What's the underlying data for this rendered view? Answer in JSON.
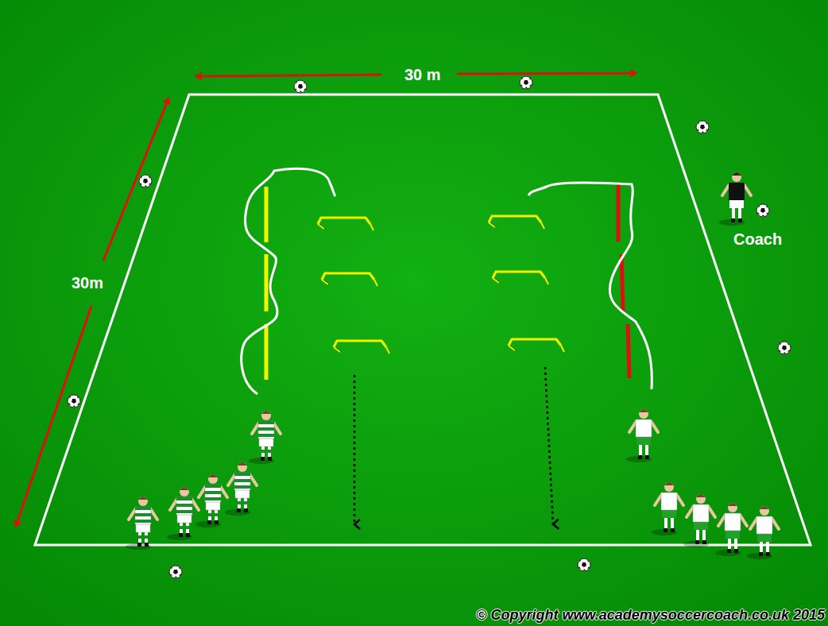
{
  "diagram": {
    "labels": [
      "30 m",
      "30m",
      "Coach",
      "© Copyright www.academysoccercoach.co.uk 2015"
    ]
  }
}
